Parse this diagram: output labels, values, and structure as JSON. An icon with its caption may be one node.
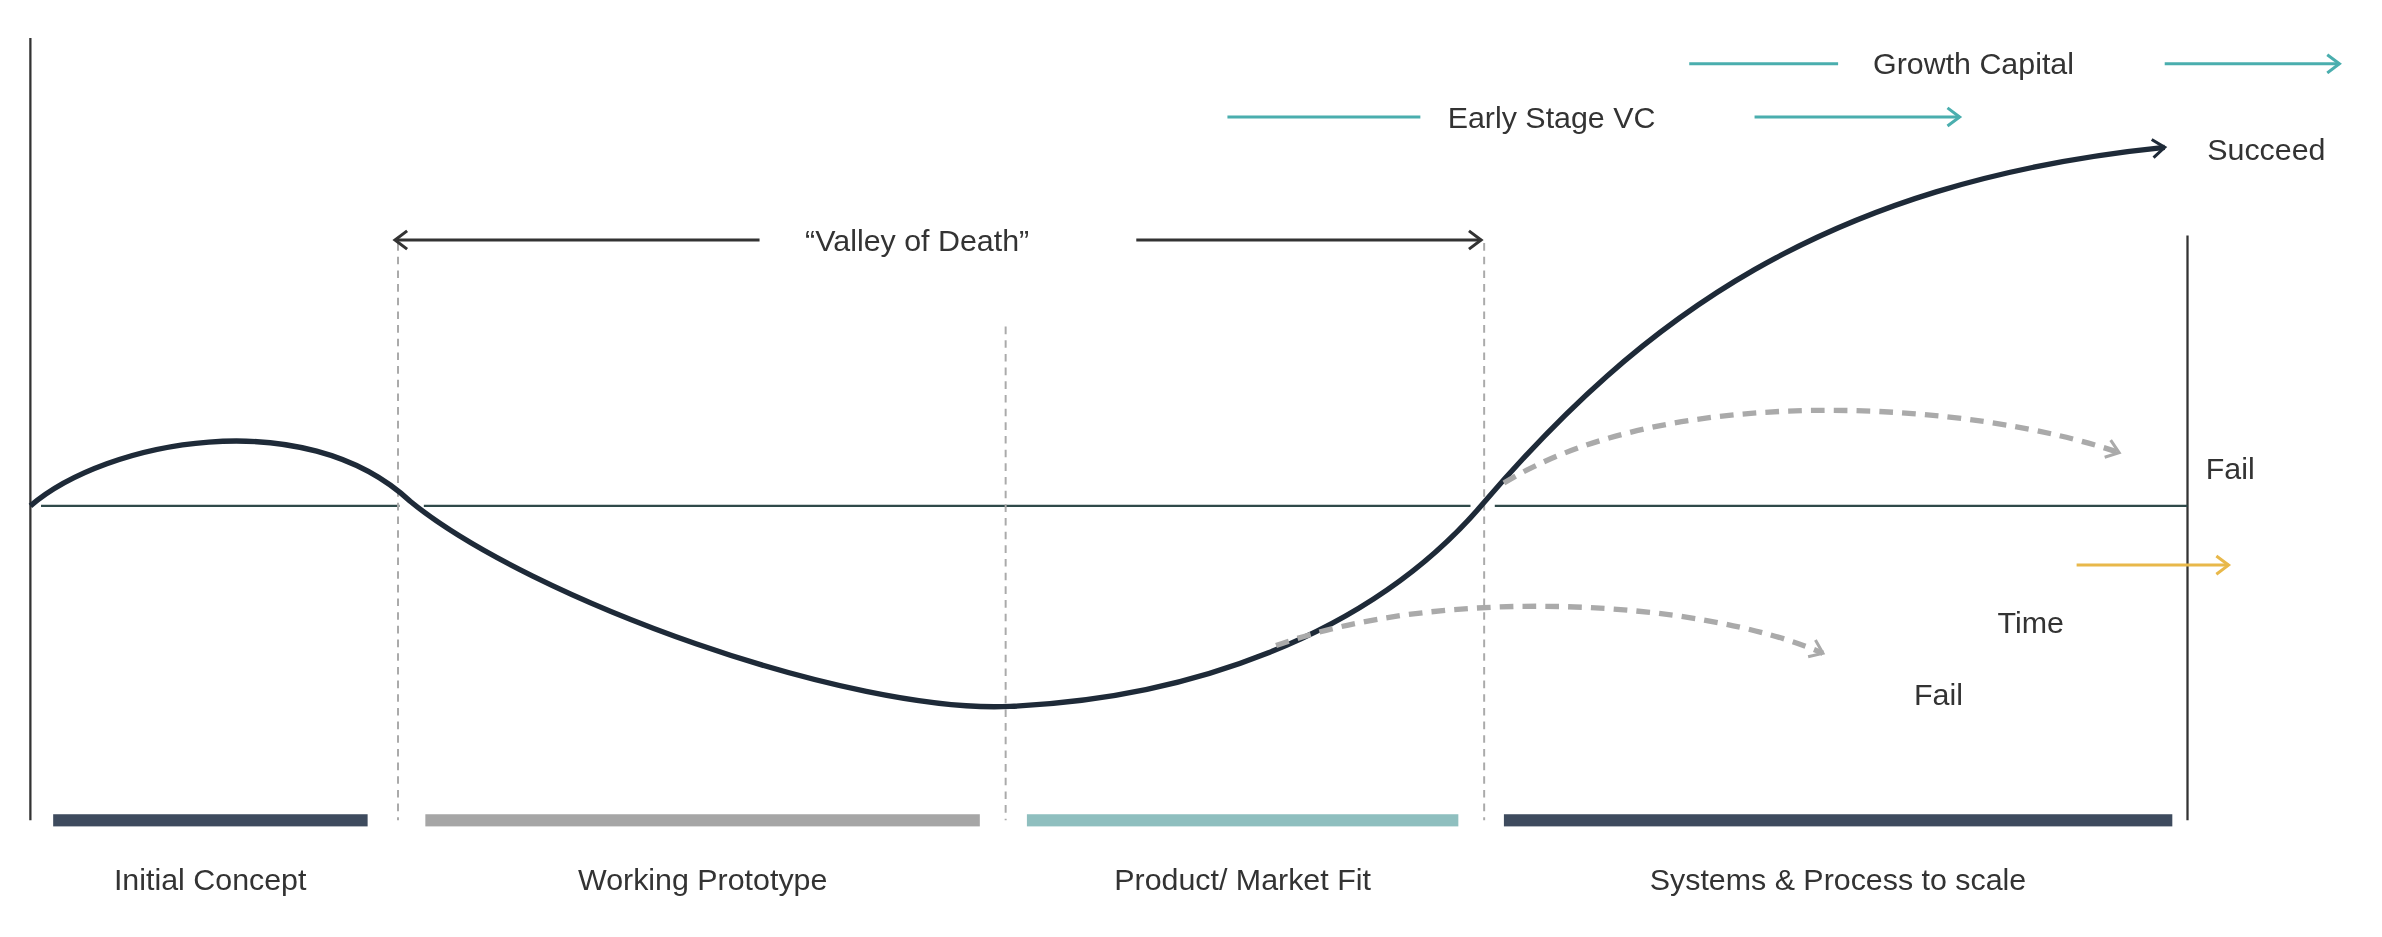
{
  "diagram": {
    "nodes": [
      {
        "text": [
          "Succeed"
        ]
      },
      {
        "text": [
          "Fail"
        ]
      },
      {
        "text": [
          "Fail"
        ]
      }
    ],
    "edges": [
      {
        "from": null,
        "to": 0,
        "arrow": "to",
        "color": "#1e2a38"
      },
      {
        "from": null,
        "to": 1,
        "arrow": "to",
        "style": "dashed",
        "color": "#aaaaaa"
      },
      {
        "from": null,
        "to": 2,
        "arrow": "to",
        "style": "dashed",
        "color": "#aaaaaa"
      }
    ],
    "labels": [
      "Growth Capital",
      "Early Stage  VC",
      "“Valley of Death”",
      "Time"
    ],
    "legend": [
      {
        "text": "Initial Concept",
        "color": "#3e4b5e"
      },
      {
        "text": "Working Prototype",
        "color": "#a6a6a6"
      },
      {
        "text": "Product/ Market Fit",
        "color": "#8fbfbf"
      },
      {
        "text": "Systems & Process to scale",
        "color": "#3e4b5e"
      }
    ]
  }
}
